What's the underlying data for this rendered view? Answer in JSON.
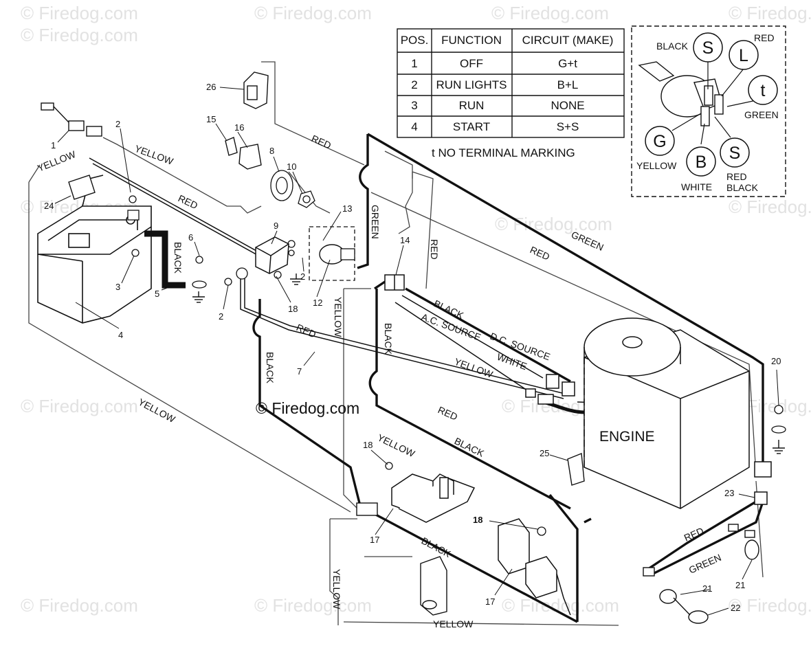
{
  "watermark": "© Firedog.com",
  "copyright": "© Firedog.com",
  "switch_table": {
    "headers": [
      "POS.",
      "FUNCTION",
      "CIRCUIT  (MAKE)"
    ],
    "rows": [
      [
        "1",
        "OFF",
        "G+t"
      ],
      [
        "2",
        "RUN LIGHTS",
        "B+L"
      ],
      [
        "3",
        "RUN",
        "NONE"
      ],
      [
        "4",
        "START",
        "S+S"
      ]
    ],
    "note": "t  NO TERMINAL MARKING"
  },
  "switch_terminals": {
    "S_top": "S",
    "L": "L",
    "t": "t",
    "G": "G",
    "B": "B",
    "S_bottom": "S"
  },
  "switch_wire_labels": {
    "black": "BLACK",
    "red": "RED",
    "green": "GREEN",
    "yellow": "YELLOW",
    "white": "WHITE",
    "red_black_1": "RED",
    "red_black_2": "BLACK"
  },
  "engine_label": "ENGINE",
  "wire_labels": {
    "yellow_top": "YELLOW",
    "yellow_left": "YELLOW",
    "red_batt": "RED",
    "black_batt": "BLACK",
    "red_top": "RED",
    "green_vert": "GREEN",
    "red_vert": "RED",
    "red_mid": "RED",
    "green_right": "GREEN",
    "yellow_vert": "YELLOW",
    "black_vert": "BLACK",
    "black_vert2": "BLACK",
    "black_mid": "BLACK",
    "ac_source": "A.C. SOURCE",
    "dc_source": "D.C. SOURCE",
    "white": "WHITE",
    "yellow_mid": "YELLOW",
    "red_7": "RED",
    "yellow_diag": "YELLOW",
    "red_low": "RED",
    "black_low": "BLACK",
    "yellow_18": "YELLOW",
    "black_bottom": "BLACK",
    "yellow_bottom_vert": "YELLOW",
    "yellow_bottom": "YELLOW",
    "red_br": "RED",
    "green_br": "GREEN"
  },
  "part_numbers": {
    "p1": "1",
    "p2a": "2",
    "p24": "24",
    "p3": "3",
    "p4": "4",
    "p5": "5",
    "p6": "6",
    "p2b": "2",
    "p26": "26",
    "p15": "15",
    "p16": "16",
    "p8": "8",
    "p10": "10",
    "p9": "9",
    "p13": "13",
    "p12": "12",
    "p2c": "2",
    "p18a": "18",
    "p14": "14",
    "p7": "7",
    "p20": "20",
    "p25": "25",
    "p18b": "18",
    "p17a": "17",
    "p18c": "18",
    "p17b": "17",
    "p23": "23",
    "p21a": "21",
    "p21b": "21",
    "p22": "22"
  }
}
